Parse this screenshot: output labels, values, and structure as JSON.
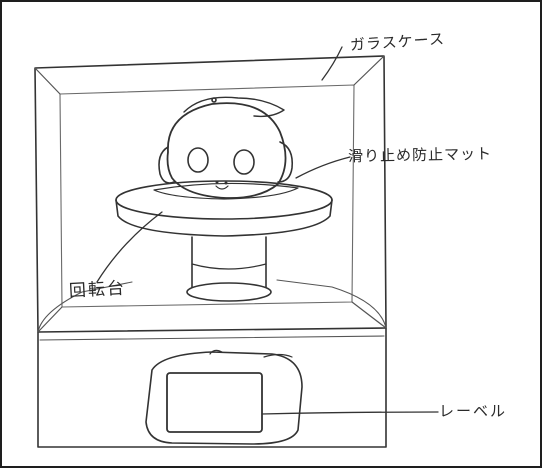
{
  "labels": {
    "glass_case": "ガラスケース",
    "non_slip_mat": "滑り止め防止マット",
    "turntable": "回転台",
    "level": "レーベル"
  },
  "colors": {
    "ink": "#2a2a2a",
    "paper": "#ffffff",
    "border": "#1e1e1e"
  }
}
